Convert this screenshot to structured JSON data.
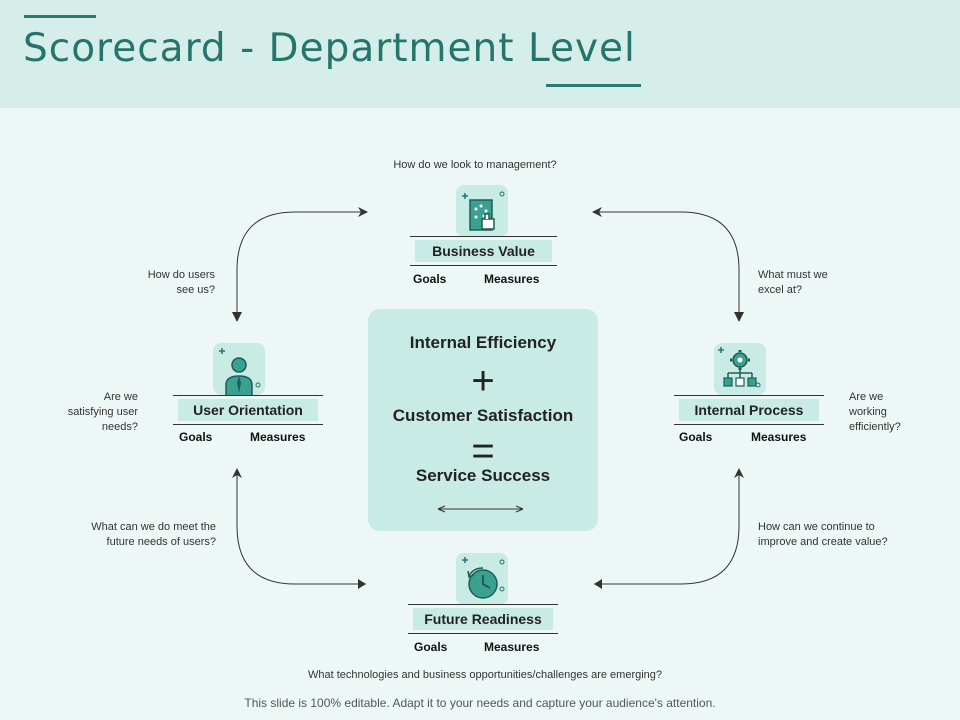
{
  "title": "Scorecard - Department Level",
  "questions": {
    "top": "How do we look to management?",
    "top_left": [
      "How do users",
      "see us?"
    ],
    "top_right": [
      "What must we",
      "excel at?"
    ],
    "left": [
      "Are we",
      "satisfying user",
      "needs?"
    ],
    "right": [
      "Are we",
      "working",
      "efficiently?"
    ],
    "bottom_left": [
      "What can we do meet the",
      "future needs of users?"
    ],
    "bottom_right": [
      "How can we continue to",
      "improve and create value?"
    ],
    "bottom": "What technologies and business opportunities/challenges are emerging?"
  },
  "perspectives": {
    "business_value": {
      "label": "Business Value",
      "goals": "Goals",
      "measures": "Measures",
      "icon": "growth-chart-icon"
    },
    "user_orientation": {
      "label": "User Orientation",
      "goals": "Goals",
      "measures": "Measures",
      "icon": "user-icon"
    },
    "internal_process": {
      "label": "Internal Process",
      "goals": "Goals",
      "measures": "Measures",
      "icon": "gear-process-icon"
    },
    "future_readiness": {
      "label": "Future Readiness",
      "goals": "Goals",
      "measures": "Measures",
      "icon": "clock-icon"
    }
  },
  "center": {
    "line1": "Internal Efficiency",
    "plus": "+",
    "line2": "Customer Satisfaction",
    "equals": "=",
    "line3": "Service Success"
  },
  "footer": "This slide is 100% editable. Adapt it to your needs and capture your audience's attention.",
  "colors": {
    "accent": "#26756b",
    "header_bg": "#d5eeea",
    "box_bg": "#c8ebe5",
    "page_bg": "#edf8f6"
  }
}
